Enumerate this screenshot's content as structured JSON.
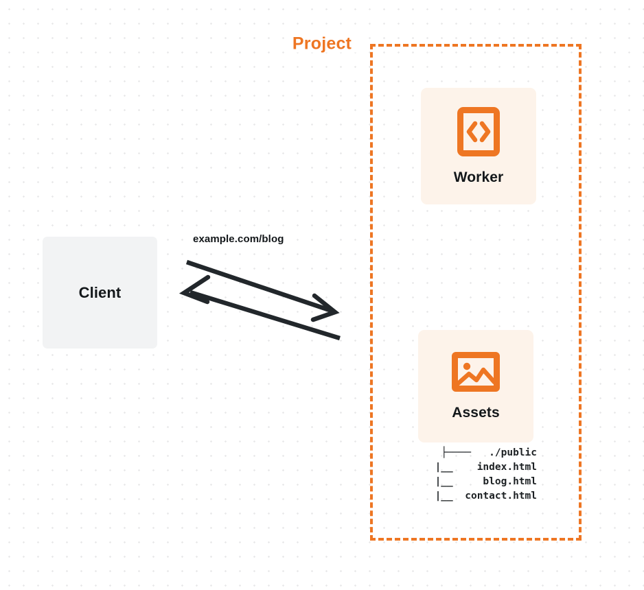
{
  "diagram": {
    "title": "Client request routing to Project Worker and Assets",
    "background": {
      "style": "dot-grid",
      "dot_color": "#e9e9ea",
      "page_color": "#ffffff"
    },
    "colors": {
      "accent_orange": "#ee7623",
      "node_cream": "#fdf3ea",
      "node_gray": "#f2f3f4",
      "text_dark": "#13171a",
      "arrow_dark": "#22272b"
    }
  },
  "client": {
    "label": "Client"
  },
  "project": {
    "label": "Project",
    "border_style": "dashed",
    "border_color": "#ee7623"
  },
  "worker": {
    "label": "Worker",
    "icon": "code-brackets-icon"
  },
  "assets": {
    "label": "Assets",
    "icon": "image-picture-icon",
    "file_tree": {
      "lines": [
        "├────   ./public",
        "   |__    index.html",
        "   |__     blog.html",
        "   |__  contact.html"
      ],
      "text": "├────   ./public\n   |__    index.html\n   |__     blog.html\n   |__  contact.html"
    }
  },
  "connection": {
    "request_label": "example.com/blog",
    "request_direction": "client-to-project",
    "response_direction": "project-to-client"
  }
}
